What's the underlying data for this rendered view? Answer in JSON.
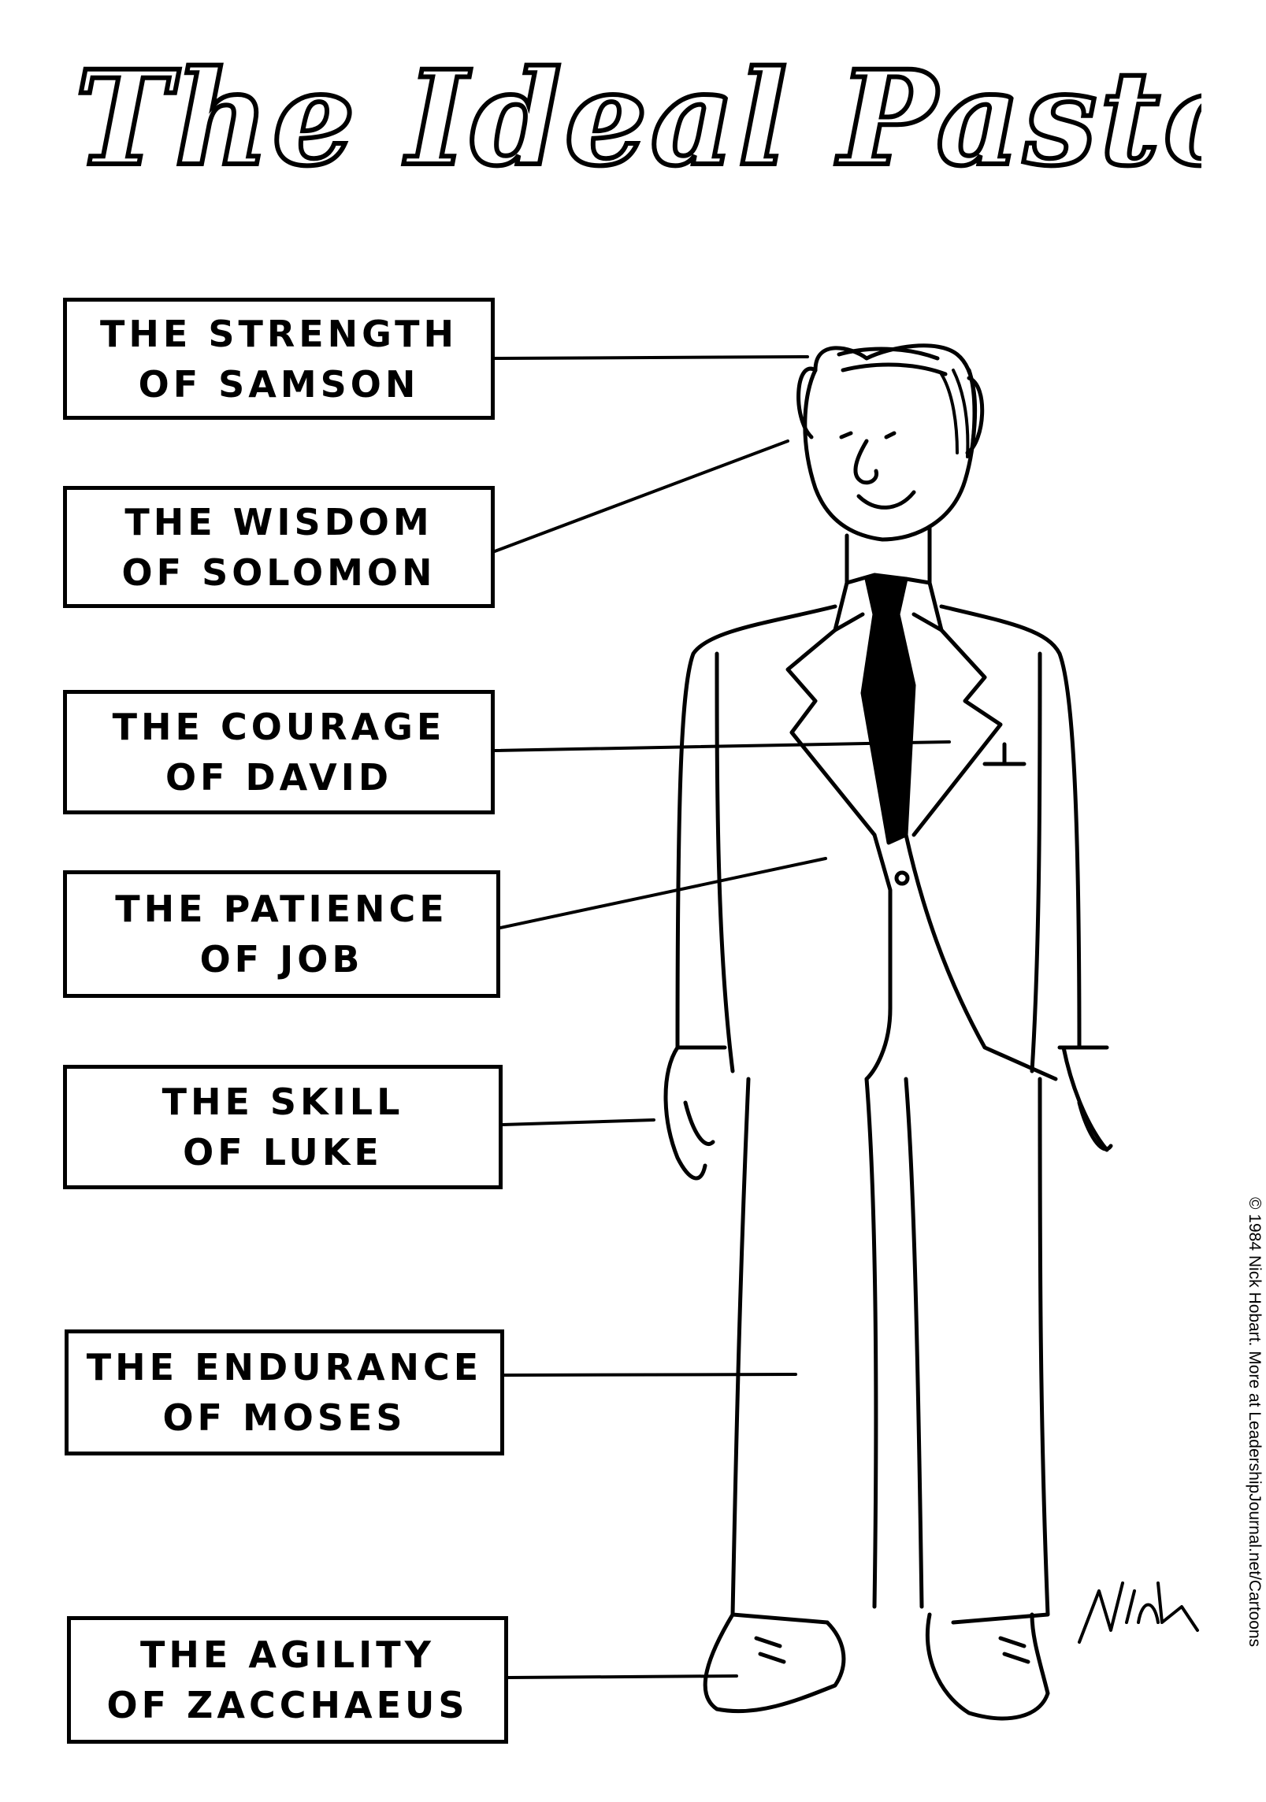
{
  "title": "The Ideal Pastor",
  "labels": [
    {
      "line1": "The Strength",
      "line2": "of Samson"
    },
    {
      "line1": "The Wisdom",
      "line2": "of Solomon"
    },
    {
      "line1": "The Courage",
      "line2": "of David"
    },
    {
      "line1": "The Patience",
      "line2": "of Job"
    },
    {
      "line1": "The Skill",
      "line2": "of Luke"
    },
    {
      "line1": "The Endurance",
      "line2": "of Moses"
    },
    {
      "line1": "The Agility",
      "line2": "of Zacchaeus"
    }
  ],
  "signature": "Nick",
  "copyright": "© 1984 Nick Hobart. More at LeadershipJournal.net/Cartoons",
  "figure_icon": "pastor-figure-drawing"
}
